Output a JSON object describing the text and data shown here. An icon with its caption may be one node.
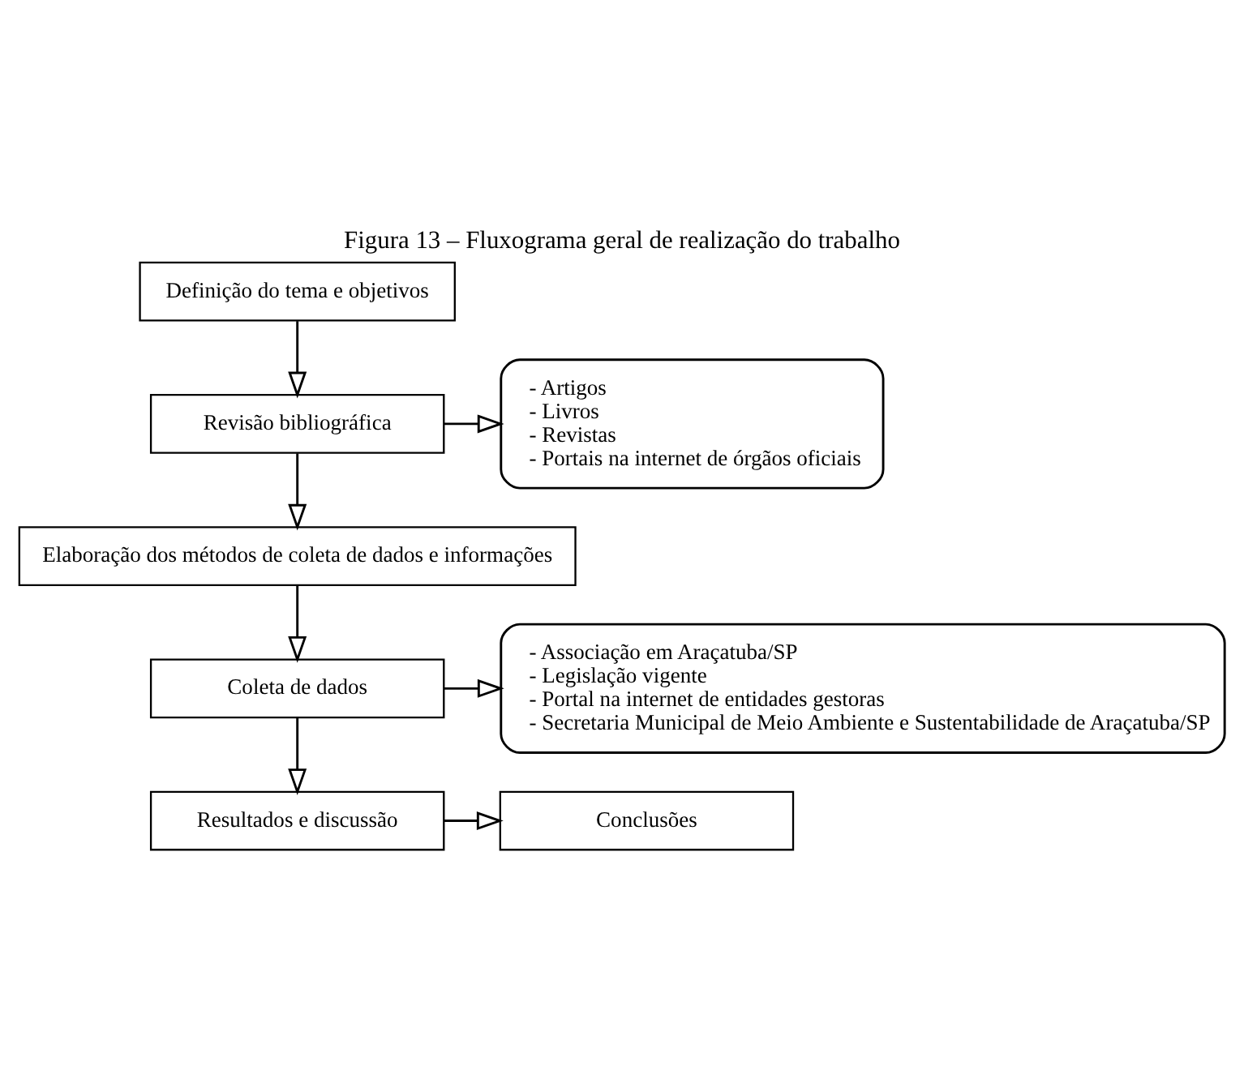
{
  "diagram": {
    "title": "Figura 13 – Fluxograma geral de realização do trabalho",
    "nodes": [
      {
        "text": [
          "Definição do tema e objetivos"
        ]
      },
      {
        "text": [
          "Revisão bibliográfica"
        ]
      },
      {
        "text": [
          "- Artigos",
          "- Livros",
          "- Revistas",
          "- Portais na internet de órgãos oficiais"
        ]
      },
      {
        "text": [
          "Elaboração dos métodos de coleta de dados e informações"
        ]
      },
      {
        "text": [
          "Coleta de dados"
        ]
      },
      {
        "text": [
          "- Associação em Araçatuba/SP",
          "- Legislação vigente",
          "- Portal na internet de entidades gestoras",
          "- Secretaria Municipal de Meio Ambiente e Sustentabilidade de Araçatuba/SP"
        ]
      },
      {
        "text": [
          "Resultados e discussão"
        ]
      },
      {
        "text": [
          "Conclusões"
        ]
      }
    ],
    "edges": [
      {
        "from": 0,
        "to": 1,
        "arrow": "to"
      },
      {
        "from": 1,
        "to": 2,
        "arrow": "to"
      },
      {
        "from": 1,
        "to": 3,
        "arrow": "to"
      },
      {
        "from": 3,
        "to": 4,
        "arrow": "to"
      },
      {
        "from": 4,
        "to": 5,
        "arrow": "to"
      },
      {
        "from": 4,
        "to": 6,
        "arrow": "to"
      },
      {
        "from": 6,
        "to": 7,
        "arrow": "to"
      }
    ]
  }
}
